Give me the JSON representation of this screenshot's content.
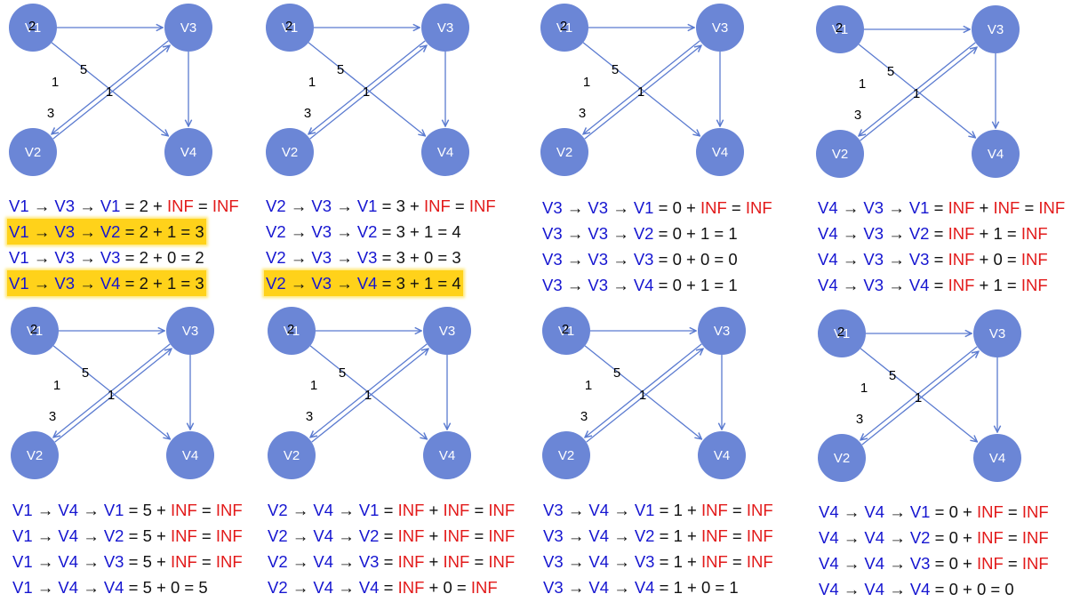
{
  "colors": {
    "node": "#6B86D6",
    "edge": "#5B7BD0",
    "vertex_text": "#1515D0",
    "inf_text": "#E21A1A",
    "highlight": "#FFD21A"
  },
  "graph": {
    "nodes": [
      "V1",
      "V2",
      "V3",
      "V4"
    ],
    "edges": [
      {
        "from": "V1",
        "to": "V3",
        "weight": "2"
      },
      {
        "from": "V1",
        "to": "V4",
        "weight": "5"
      },
      {
        "from": "V2",
        "to": "V3",
        "weight": "1"
      },
      {
        "from": "V3",
        "to": "V2",
        "weight": "3"
      },
      {
        "from": "V3",
        "to": "V4",
        "weight": "1"
      }
    ]
  },
  "panels": [
    {
      "lines": [
        {
          "text": "V1 → V3 → V1 = 2 + INF = INF",
          "highlight": false
        },
        {
          "text": "V1 → V3 → V2 = 2 + 1 = 3",
          "highlight": true
        },
        {
          "text": "V1 → V3 → V3 = 2 + 0 = 2",
          "highlight": false
        },
        {
          "text": "V1 → V3 → V4 = 2 + 1 = 3",
          "highlight": true
        }
      ]
    },
    {
      "lines": [
        {
          "text": "V2 → V3 → V1 = 3 + INF = INF",
          "highlight": false
        },
        {
          "text": "V2 → V3 → V2 = 3 + 1 = 4",
          "highlight": false
        },
        {
          "text": "V2 → V3 → V3 = 3 + 0 = 3",
          "highlight": false
        },
        {
          "text": "V2 → V3 → V4 = 3 + 1 = 4",
          "highlight": true
        }
      ]
    },
    {
      "lines": [
        {
          "text": "V3 → V3 → V1 = 0 + INF = INF",
          "highlight": false
        },
        {
          "text": "V3 → V3 → V2 = 0 + 1 = 1",
          "highlight": false
        },
        {
          "text": "V3 → V3 → V3 = 0 + 0 = 0",
          "highlight": false
        },
        {
          "text": "V3 → V3 → V4 = 0 + 1 = 1",
          "highlight": false
        }
      ]
    },
    {
      "lines": [
        {
          "text": "V4 → V3 → V1 = INF + INF = INF",
          "highlight": false
        },
        {
          "text": "V4 → V3 → V2 = INF + 1 = INF",
          "highlight": false
        },
        {
          "text": "V4 → V3 → V3 = INF + 0 = INF",
          "highlight": false
        },
        {
          "text": "V4 → V3 → V4 = INF + 1 = INF",
          "highlight": false
        }
      ]
    },
    {
      "lines": [
        {
          "text": "V1 → V4 → V1 = 5 + INF = INF",
          "highlight": false
        },
        {
          "text": "V1 → V4 → V2 = 5 + INF = INF",
          "highlight": false
        },
        {
          "text": "V1 → V4 → V3 = 5 + INF = INF",
          "highlight": false
        },
        {
          "text": "V1 → V4 → V4 = 5 + 0 = 5",
          "highlight": false
        }
      ]
    },
    {
      "lines": [
        {
          "text": "V2 → V4 → V1 = INF + INF = INF",
          "highlight": false
        },
        {
          "text": "V2 → V4 → V2 = INF + INF = INF",
          "highlight": false
        },
        {
          "text": "V2 → V4 → V3 = INF + INF = INF",
          "highlight": false
        },
        {
          "text": "V2 → V4 → V4 = INF + 0 = INF",
          "highlight": false
        }
      ]
    },
    {
      "lines": [
        {
          "text": "V3 → V4 → V1 = 1 + INF = INF",
          "highlight": false
        },
        {
          "text": "V3 → V4 → V2 = 1 + INF = INF",
          "highlight": false
        },
        {
          "text": "V3 → V4 → V3 = 1 + INF = INF",
          "highlight": false
        },
        {
          "text": "V3 → V4 → V4 = 1 + 0 = 1",
          "highlight": false
        }
      ]
    },
    {
      "lines": [
        {
          "text": "V4 → V4 → V1 = 0 + INF = INF",
          "highlight": false
        },
        {
          "text": "V4 → V4 → V2 = 0 + INF = INF",
          "highlight": false
        },
        {
          "text": "V4 → V4 → V3 = 0 + INF = INF",
          "highlight": false
        },
        {
          "text": "V4 → V4 → V4 = 0 + 0 = 0",
          "highlight": false
        }
      ]
    }
  ]
}
